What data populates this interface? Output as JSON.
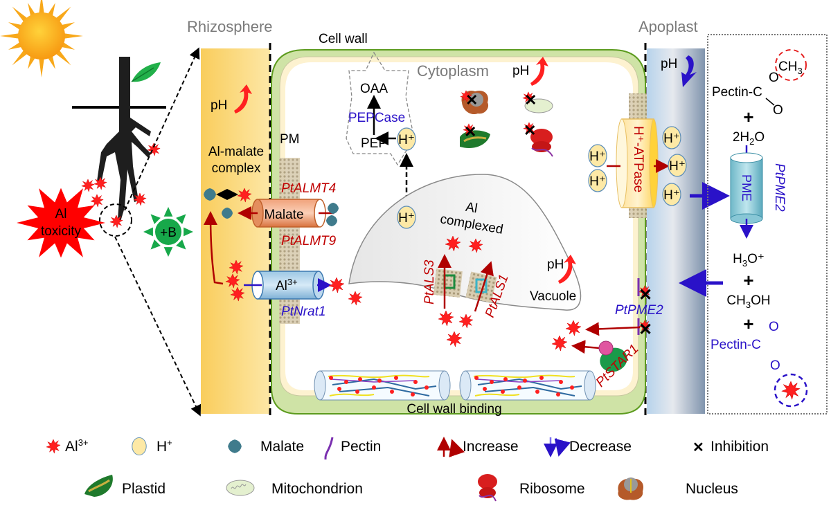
{
  "regions": {
    "rhizosphere": "Rhizosphere",
    "apoplast": "Apoplast",
    "cell_wall": "Cell wall",
    "cytoplasm": "Cytoplasm",
    "plasma_membrane": "PM",
    "vacuole": "Vacuole",
    "cell_wall_binding": "Cell wall binding"
  },
  "plant": {
    "al_toxicity_line1": "Al",
    "al_toxicity_line2": "toxicity",
    "boron_label": "+B"
  },
  "rhizosphere": {
    "ph_label": "pH",
    "ph_trend": "increase",
    "al_malate_line1": "Al-malate",
    "al_malate_line2": "complex"
  },
  "transporters": {
    "malate_channel": "Malate",
    "almt4": "PtALMT4",
    "almt9": "PtALMT9",
    "al_channel_base": "Al",
    "al_channel_sup": "3+",
    "nrat1": "PtNrat1",
    "als3": "PtALS3",
    "als1": "PtALS1",
    "h_atpase": "H⁺-ATPase",
    "pme2_membrane": "PtPME2",
    "star1": "PtSTAR1"
  },
  "cytoplasm": {
    "oaa": "OAA",
    "pepcase": "PEPCase",
    "pep": "PEP",
    "proton": "H⁺",
    "ph_label": "pH",
    "ph_trend": "increase",
    "inhibited_organelles": [
      "Nucleus",
      "Mitochondrion",
      "Plastid",
      "Ribosome"
    ]
  },
  "vacuole": {
    "al_line1": "Al",
    "al_line2": "complexed",
    "ph_label": "pH",
    "ph_trend": "increase"
  },
  "apoplast": {
    "ph_label": "pH",
    "ph_trend": "decrease"
  },
  "pme_reaction": {
    "pectin_methyl": "Pectin-C",
    "o_top": "O",
    "ch3": "CH",
    "ch3_sub": "3",
    "o_bottom": "O",
    "plus": "+",
    "water_pre": "2H",
    "water_sub": "2",
    "water_post": "O",
    "enzyme": "PME",
    "gene": "PtPME2",
    "hydronium_pre": "H",
    "hydronium_sub": "3",
    "hydronium_post": "O⁺",
    "methanol_pre": "CH",
    "methanol_sub": "3",
    "methanol_post": "OH",
    "pectin_al": "Pectin-C",
    "o_dbl": "O",
    "o_single": "O"
  },
  "legend": {
    "row1": [
      {
        "icon": "al3-star-icon",
        "label": "Al",
        "sup": "3+"
      },
      {
        "icon": "proton-icon",
        "label": "H",
        "sup": "+"
      },
      {
        "icon": "malate-icon",
        "label": "Malate"
      },
      {
        "icon": "pectin-icon",
        "label": "Pectin"
      },
      {
        "icon": "increase-arrow-icon",
        "label": "Increase"
      },
      {
        "icon": "decrease-arrow-icon",
        "label": "Decrease"
      },
      {
        "icon": "inhibition-x-icon",
        "label": "Inhibition"
      }
    ],
    "row2": [
      {
        "icon": "plastid-icon",
        "label": "Plastid"
      },
      {
        "icon": "mitochondrion-icon",
        "label": "Mitochondrion"
      },
      {
        "icon": "ribosome-icon",
        "label": "Ribosome"
      },
      {
        "icon": "nucleus-icon",
        "label": "Nucleus"
      }
    ]
  },
  "colors": {
    "al_red": "#ff2020",
    "increase_red": "#c00000",
    "decrease_blue": "#2a12c8",
    "rhizosphere_yellow": "#fbd26b",
    "apoplast_blue": "#a9c4de",
    "cell_wall_green": "#cfe3a6",
    "malate_teal": "#3f7b8c",
    "boron_green": "#17a84a"
  }
}
